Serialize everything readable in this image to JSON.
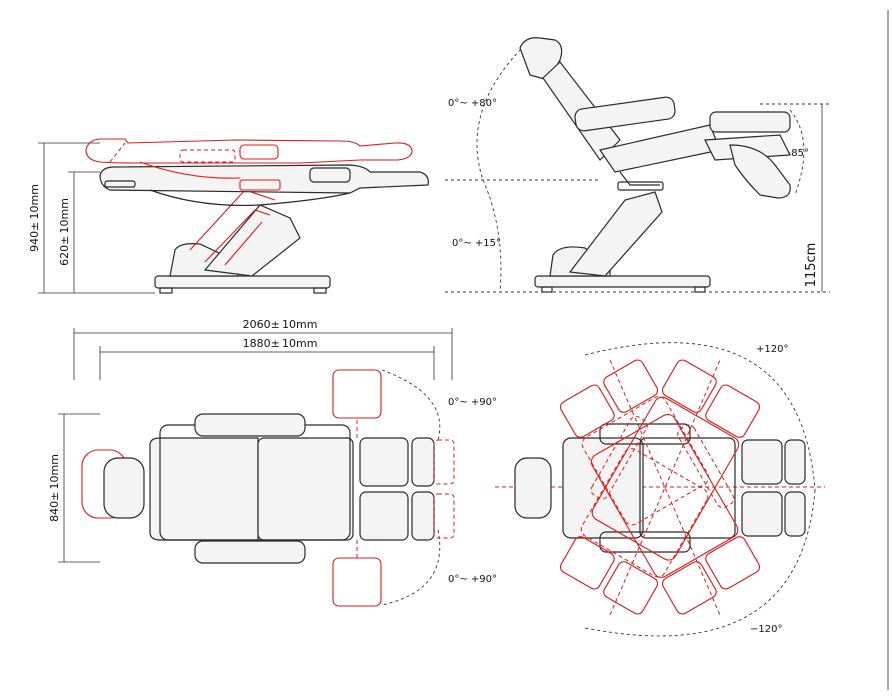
{
  "colors": {
    "outline": "#2a2a2a",
    "highlight": "#e0191b",
    "background": "#ffffff"
  },
  "side_view": {
    "height_total": "940± 10mm",
    "height_seat": "620± 10mm"
  },
  "tilt_view": {
    "back_angle": "0°~ +80°",
    "seat_angle": "0°~ +15°",
    "leg_angle": "0°~ +85°",
    "max_height": "115cm"
  },
  "top_view": {
    "length_total": "2060± 10mm",
    "length_inner": "1880± 10mm",
    "width": "840± 10mm",
    "leg_angle_top": "0°~ +90°",
    "leg_angle_bottom": "0°~ +90°"
  },
  "rotation_view": {
    "angle_pos": "+120°",
    "angle_neg": "−120°"
  }
}
